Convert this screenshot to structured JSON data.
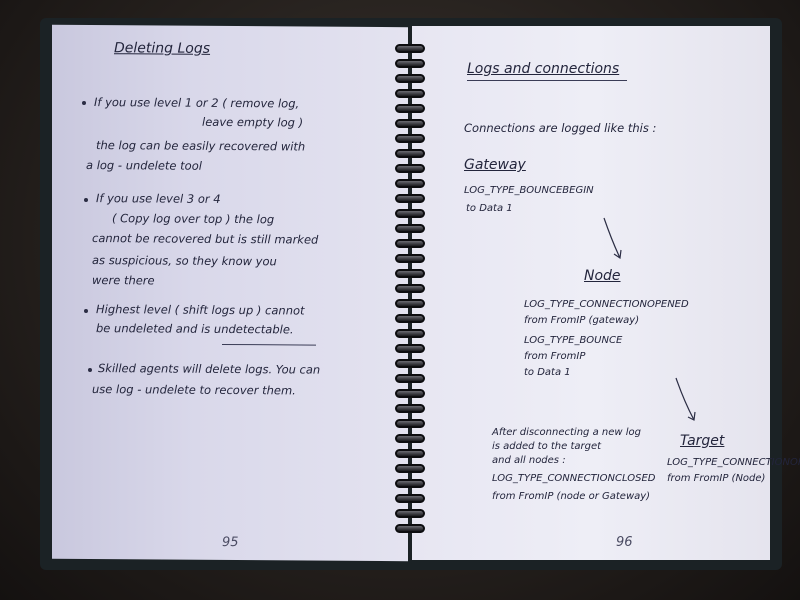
{
  "left_page": {
    "heading": "Deleting Logs",
    "bullet1_line1": "If you use level 1 or 2 ( remove log,",
    "bullet1_line2": "leave empty log )",
    "bullet1_line3": "the log can be easily recovered with",
    "bullet1_line4": "a log - undelete tool",
    "bullet2_line1": "If you use level 3 or 4",
    "bullet2_line2": "( Copy log over top )   the log",
    "bullet2_line3": "cannot be recovered but is still marked",
    "bullet2_line4": "as suspicious, so they know you",
    "bullet2_line5": "were there",
    "bullet3_line1": "Highest level ( shift logs up ) cannot",
    "bullet3_line2": "be undeleted and is undetectable.",
    "bullet4_line1": "Skilled agents will delete logs. You can",
    "bullet4_line2": "use log - undelete to recover them.",
    "page_number": "95"
  },
  "right_page": {
    "heading": "Logs and connections",
    "intro": "Connections are logged like this :",
    "gateway_heading": "Gateway",
    "gateway_line1": "LOG_TYPE_BOUNCEBEGIN",
    "gateway_line2": "to    Data 1",
    "node_heading": "Node",
    "node_line1": "LOG_TYPE_CONNECTIONOPENED",
    "node_line2": "from  FromIP   (gateway)",
    "node_line3": "LOG_TYPE_BOUNCE",
    "node_line4": "from     FromIP",
    "node_line5": "to      Data 1",
    "after_line1": "After disconnecting a new log",
    "after_line2": "is added to the target",
    "after_line3": "and all nodes :",
    "after_line4": "LOG_TYPE_CONNECTIONCLOSED",
    "after_line5": "from  FromIP  (node or Gateway)",
    "target_heading": "Target",
    "target_line1": "LOG_TYPE_CONNECTIONOPENED",
    "target_line2": "from  FromIP       (Node)",
    "page_number": "96"
  },
  "colors": {
    "ink": "#23253c",
    "paper": "#e7e6f2",
    "cover": "#1b2225"
  }
}
